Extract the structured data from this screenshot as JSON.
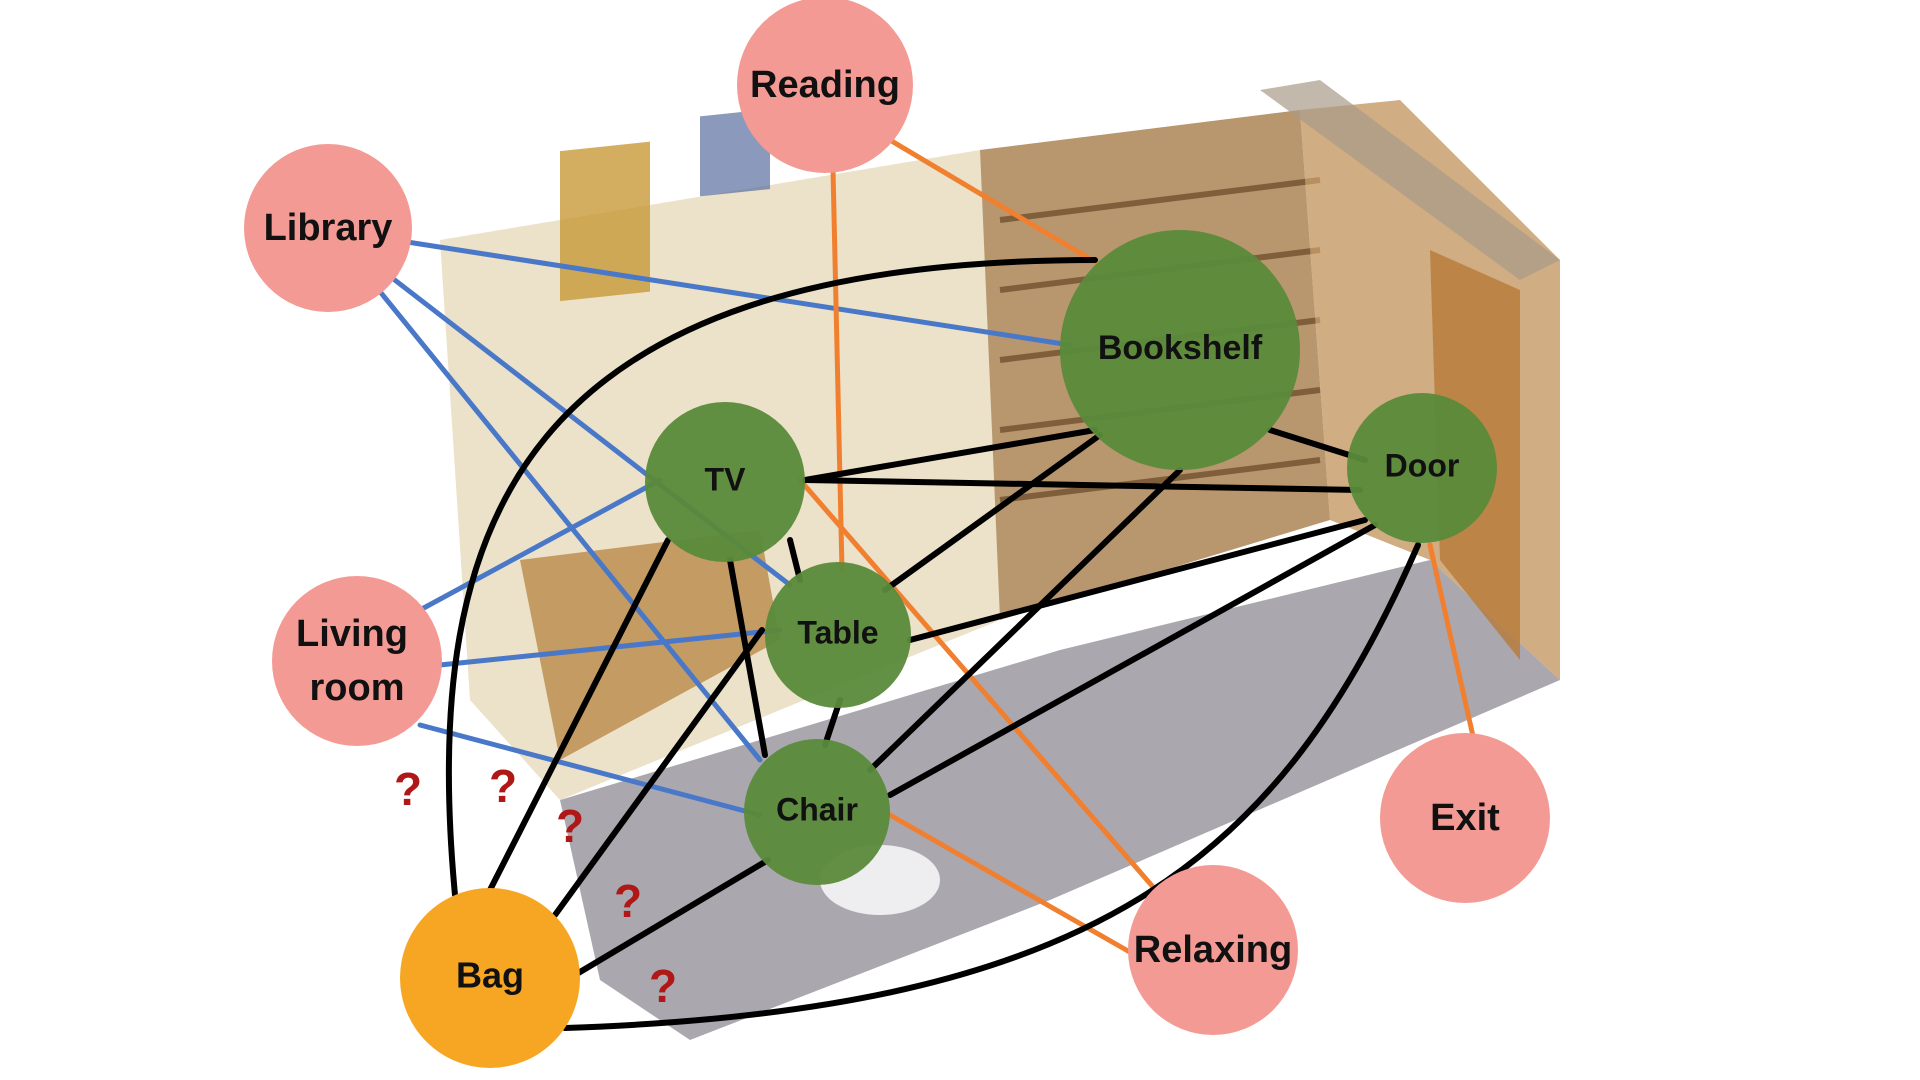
{
  "colors": {
    "object_node": "#5a8a3a",
    "query_node": "#f6a623",
    "concept_node": "#f49a94",
    "edge_object": "#000000",
    "edge_library": "#4a78c8",
    "edge_living_room": "#4a78c8",
    "edge_reading": "#f08030",
    "edge_relaxing": "#f08030",
    "edge_exit": "#f08030",
    "question": "#b01818"
  },
  "nodes": {
    "reading": {
      "text": "Reading",
      "kind": "concept"
    },
    "library": {
      "text": "Library",
      "kind": "concept"
    },
    "living_room": {
      "line1": "Living",
      "line2": "room",
      "kind": "concept"
    },
    "relaxing": {
      "text": "Relaxing",
      "kind": "concept"
    },
    "exit": {
      "text": "Exit",
      "kind": "concept"
    },
    "bookshelf": {
      "text": "Bookshelf",
      "kind": "object"
    },
    "tv": {
      "text": "TV",
      "kind": "object"
    },
    "table": {
      "text": "Table",
      "kind": "object"
    },
    "chair": {
      "text": "Chair",
      "kind": "object"
    },
    "door": {
      "text": "Door",
      "kind": "object"
    },
    "bag": {
      "text": "Bag",
      "kind": "query"
    }
  },
  "unknown_relation_marks": [
    "?",
    "?",
    "?",
    "?",
    "?"
  ],
  "background": {
    "description_icon": "room-point-cloud"
  }
}
